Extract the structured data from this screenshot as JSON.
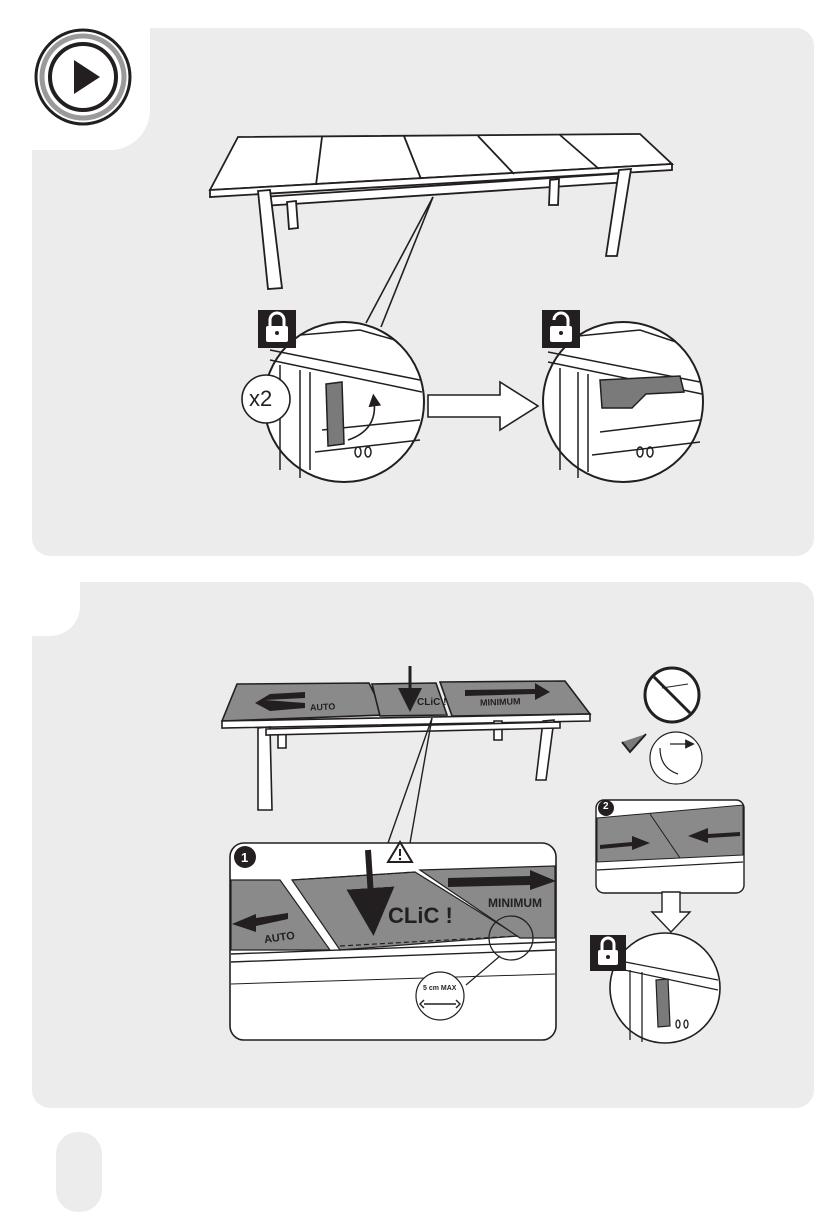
{
  "step1": {
    "multiplier": "x2",
    "lock_icon": "lock-closed-icon",
    "unlock_icon": "lock-open-icon",
    "play_icon": "play-icon"
  },
  "step2": {
    "label_auto": "AUTO",
    "label_clic": "CLiC !",
    "label_minimum": "MINIMUM",
    "detail_auto": "AUTO",
    "detail_clic": "CLiC !",
    "detail_minimum": "MINIMUM",
    "gap_label": "5 cm MAX",
    "substep_1": "1",
    "substep_2": "2",
    "warning_icon": "warning-triangle-icon",
    "lock_icon": "lock-closed-icon"
  },
  "colors": {
    "panel": "#ececec",
    "ink": "#231f20",
    "panel_fill": "#8a8a8a",
    "latch_fill": "#7a7a7a"
  }
}
